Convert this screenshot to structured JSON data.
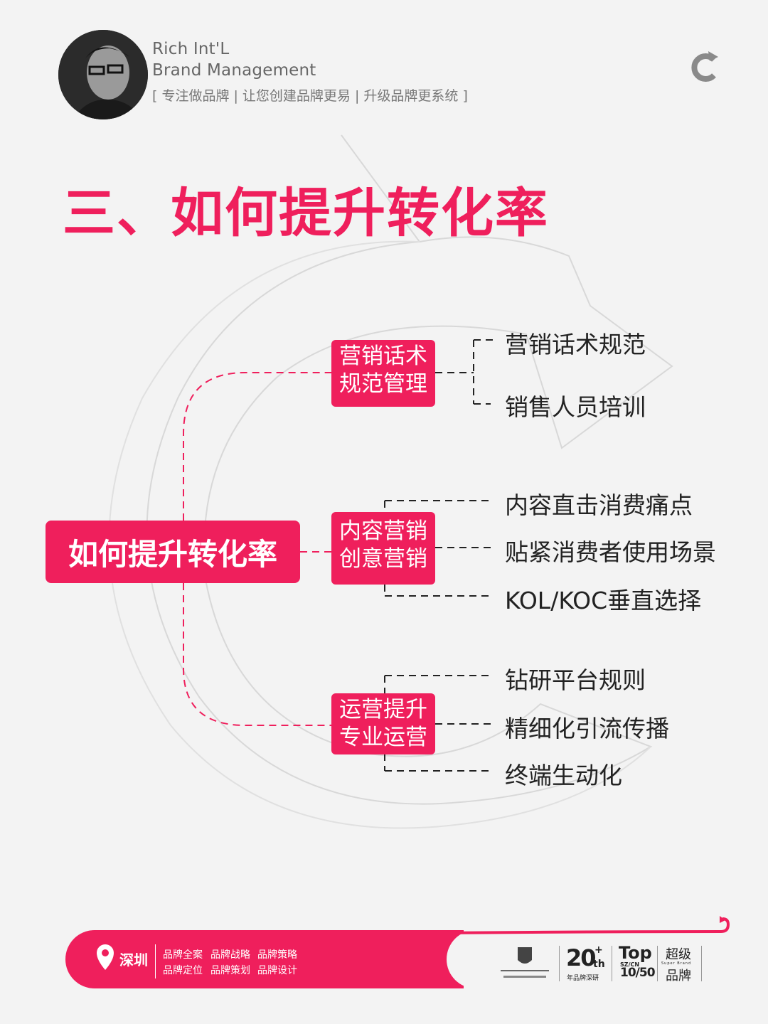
{
  "header": {
    "brand_line1": "Rich Int'L",
    "brand_line2": "Brand Management",
    "tagline": "[ 专注做品牌 | 让您创建品牌更易 | 升级品牌更系统 ]"
  },
  "title": "三、如何提升转化率",
  "diagram": {
    "root": "如何提升转化率",
    "branches": [
      {
        "label_line1": "营销话术",
        "label_line2": "规范管理",
        "leaves": [
          "营销话术规范",
          "销售人员培训"
        ]
      },
      {
        "label_line1": "内容营销",
        "label_line2": "创意营销",
        "leaves": [
          "内容直击消费痛点",
          "贴紧消费者使用场景",
          "KOL/KOC垂直选择"
        ]
      },
      {
        "label_line1": "运营提升",
        "label_line2": "专业运营",
        "leaves": [
          "钻研平台规则",
          "精细化引流传播",
          "终端生动化"
        ]
      }
    ]
  },
  "footer": {
    "city": "深圳",
    "services": [
      "品牌全案",
      "品牌战略",
      "品牌策略",
      "品牌定位",
      "品牌策划",
      "品牌设计"
    ],
    "badges": {
      "years_num": "20",
      "years_sup": "th",
      "years_plus": "+",
      "years_caption": "年品牌深研",
      "top_word": "Top",
      "top_region": "SZ/CN",
      "top_rank": "10/50",
      "super_line1": "超级",
      "super_en": "Super Brand",
      "super_line2": "品牌"
    }
  },
  "colors": {
    "accent": "#ef1f5c",
    "background": "#f3f3f3",
    "text": "#222222"
  }
}
